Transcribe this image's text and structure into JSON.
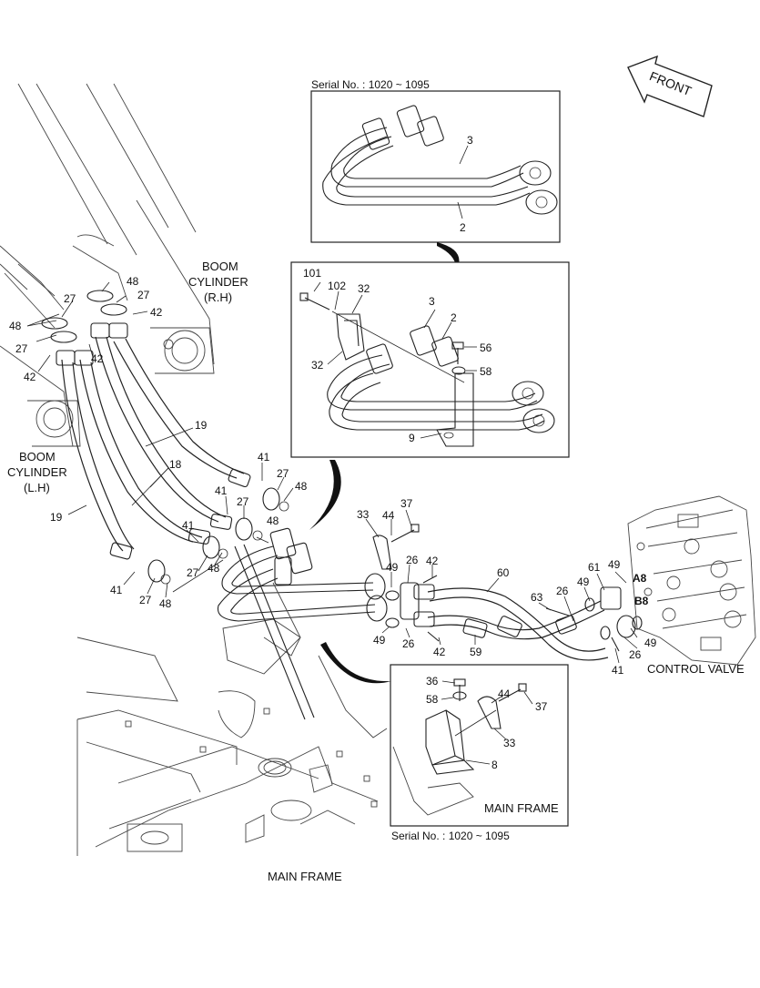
{
  "texts": {
    "front": "FRONT",
    "serial_top": "Serial No. : 1020 ~ 1095",
    "serial_bottom": "Serial No. : 1020 ~ 1095",
    "boom_rh_1": "BOOM",
    "boom_rh_2": "CYLINDER",
    "boom_rh_3": "(R.H)",
    "boom_lh_1": "BOOM",
    "boom_lh_2": "CYLINDER",
    "boom_lh_3": "(L.H)",
    "control_valve": "CONTROL VALVE",
    "main_frame": "MAIN FRAME",
    "main_frame_inset": "MAIN FRAME",
    "port_a8": "A8",
    "port_b8": "B8"
  },
  "callouts": {
    "c3_top": "3",
    "c2_top": "2",
    "c101": "101",
    "c102": "102",
    "c32a": "32",
    "c32b": "32",
    "c3_mid": "3",
    "c2_mid": "2",
    "c56": "56",
    "c58_mid": "58",
    "c9": "9",
    "c48a": "48",
    "c27a": "27",
    "c42a": "42",
    "c27b": "27",
    "c48b": "48",
    "c27c": "27",
    "c42b": "42",
    "c42c": "42",
    "c48c": "48",
    "c27d": "27",
    "c19a": "19",
    "c18": "18",
    "c19b": "19",
    "c41a": "41",
    "c27e": "27",
    "c48d": "48",
    "c41b": "41",
    "c27f": "27",
    "c48e": "48",
    "c41c": "41",
    "c27g": "27",
    "c48f": "48",
    "c41d": "41",
    "c27h": "27",
    "c48g": "48",
    "c33": "33",
    "c44": "44",
    "c37": "37",
    "c26a": "26",
    "c42d": "42",
    "c49a": "49",
    "c49b": "49",
    "c26b": "26",
    "c42e": "42",
    "c60": "60",
    "c59": "59",
    "c63": "63",
    "c26c": "26",
    "c49c": "49",
    "c61": "61",
    "c49d": "49",
    "c49e": "49",
    "c26d": "26",
    "c41e": "41",
    "c36": "36",
    "c58_bot": "58",
    "c44b": "44",
    "c37b": "37",
    "c33b": "33",
    "c8": "8"
  }
}
